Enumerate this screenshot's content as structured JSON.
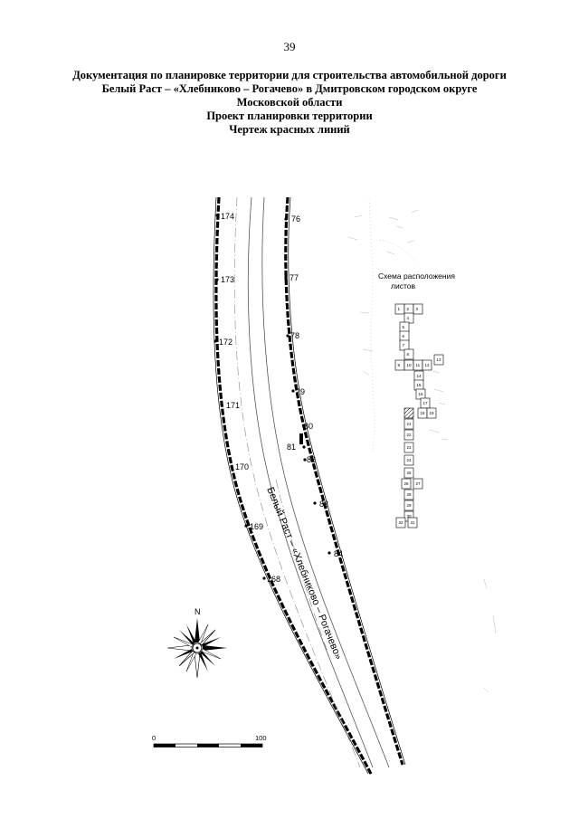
{
  "page": {
    "number": "39",
    "header_lines": [
      "Документация по планировке территории для строительства автомобильной дороги",
      "Белый Раст – «Хлебниково – Рогачево» в Дмитровском городском округе",
      "Московской области",
      "Проект планировки территории",
      "Чертеж красных линий"
    ]
  },
  "drawing": {
    "left_line_points": [
      "174",
      "173",
      "172",
      "171",
      "170",
      "169",
      "168"
    ],
    "right_line_points": [
      "76",
      "77",
      "78",
      "79",
      "80",
      "81",
      "82",
      "83",
      "84"
    ],
    "road_name": "Белый Раст – «Хлебниково – Рогачево»",
    "north_label": "N",
    "scale": {
      "start": "0",
      "end": "100"
    },
    "key_map": {
      "title_line1": "Схема расположения",
      "title_line2": "листов",
      "sheets": [
        "1",
        "2",
        "3",
        "4",
        "5",
        "6",
        "7",
        "8",
        "9",
        "10",
        "11",
        "12",
        "13",
        "14",
        "15",
        "16",
        "17",
        "18",
        "19",
        "20",
        "21",
        "22",
        "23",
        "24",
        "25",
        "26",
        "27",
        "28",
        "29",
        "30",
        "31",
        "32"
      ],
      "current_sheet": "20"
    }
  }
}
